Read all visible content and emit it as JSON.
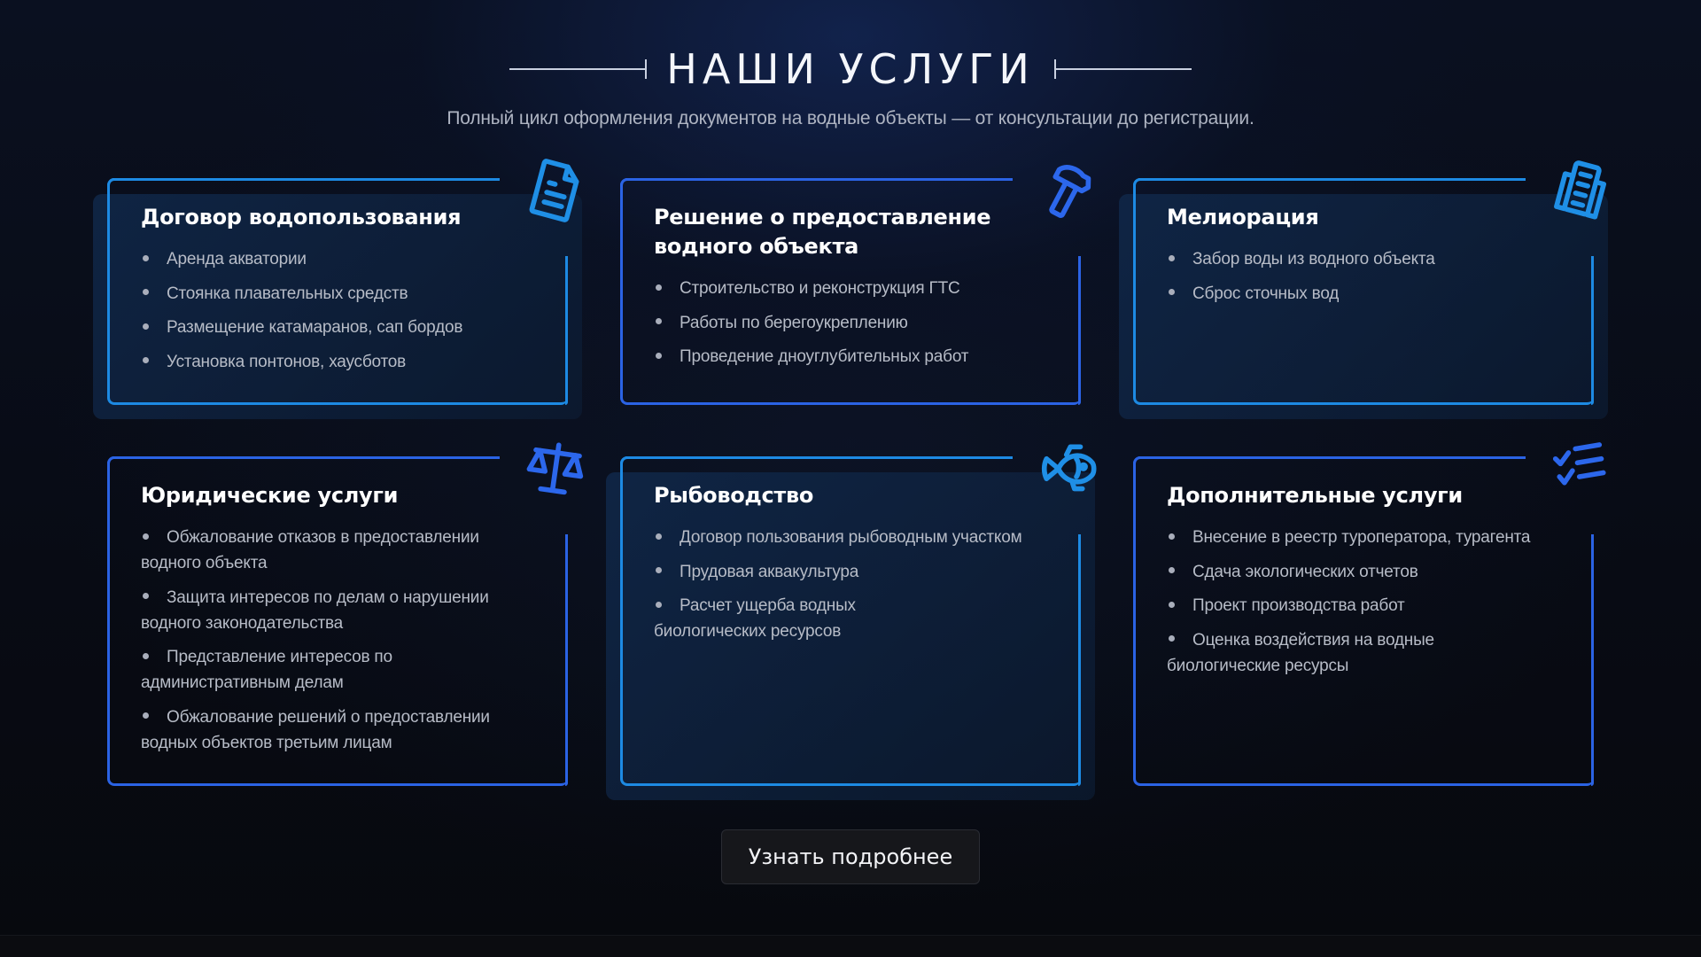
{
  "header": {
    "title": "НАШИ УСЛУГИ",
    "subtitle": "Полный цикл оформления документов на водные объекты — от консультации до регистрации."
  },
  "colors": {
    "azure_accent": "#1d8ae3",
    "royal_accent": "#2b63e4",
    "background": "#07090f"
  },
  "cards": [
    {
      "title": "Договор водопользования",
      "icon": "document-icon",
      "items": [
        "Аренда акватории",
        "Стоянка плавательных средств",
        "Размещение катамаранов, сап бордов",
        "Установка понтонов, хаусботов"
      ]
    },
    {
      "title": "Решение о предоставление водного объекта",
      "icon": "hammer-icon",
      "items": [
        "Строительство и реконструкция ГТС",
        "Работы по берегоукреплению",
        "Проведение дноуглубительных работ"
      ]
    },
    {
      "title": "Мелиорация",
      "icon": "documents-stack-icon",
      "items": [
        "Забор воды из водного объекта",
        "Сброс сточных вод"
      ]
    },
    {
      "title": "Юридические услуги",
      "icon": "scales-icon",
      "items": [
        "Обжалование отказов в предоставлении водного объекта",
        "Защита интересов по делам о нарушении водного законодательства",
        "Представление интересов по административным делам",
        "Обжалование решений о предоставлении водных объектов третьим лицам"
      ]
    },
    {
      "title": "Рыбоводство",
      "icon": "fish-icon",
      "items": [
        "Договор пользования рыбоводным участком",
        "Прудовая аквакультура",
        "Расчет ущерба водных биологических ресурсов"
      ]
    },
    {
      "title": "Дополнительные услуги",
      "icon": "checklist-icon",
      "items": [
        "Внесение в реестр туроператора, турагента",
        "Сдача экологических отчетов",
        "Проект производства работ",
        "Оценка воздействия на водные биологические ресурсы"
      ]
    }
  ],
  "cta": {
    "label": "Узнать подробнее"
  }
}
